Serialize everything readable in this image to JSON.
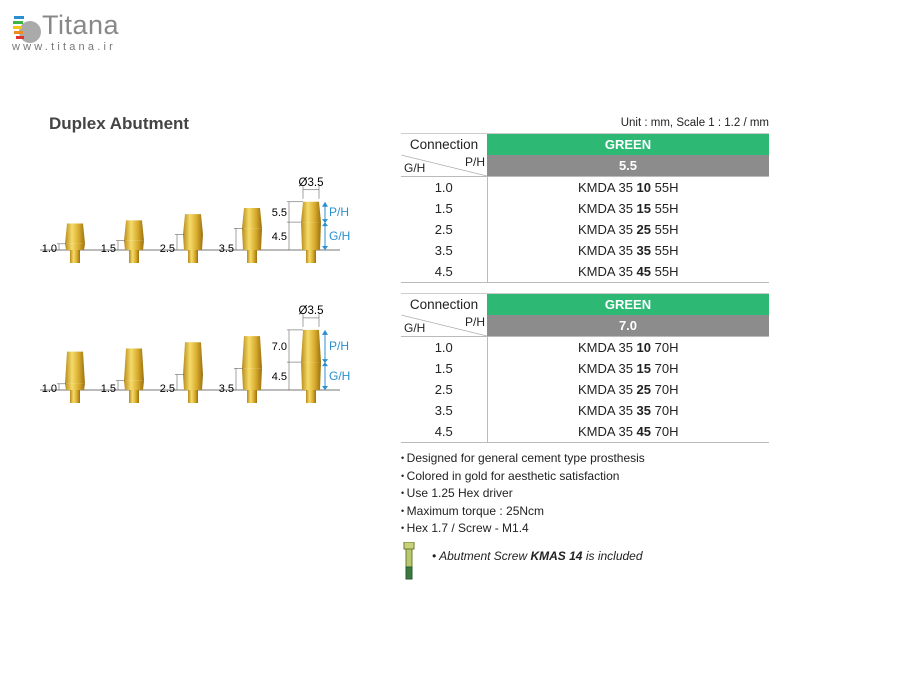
{
  "logo": {
    "name": "Titana",
    "url": "www.titana.ir"
  },
  "title": "Duplex Abutment",
  "unit_note": "Unit : mm,  Scale 1 : 1.2 / mm",
  "colors": {
    "green": "#2db874",
    "grey": "#8c8c8c",
    "gold": "#d9b43a",
    "blue": "#2a8fd0"
  },
  "figures": [
    {
      "gh": [
        "1.0",
        "1.5",
        "2.5",
        "3.5",
        "4.5"
      ],
      "ph": "5.5",
      "diameter": "Ø3.5",
      "ph_label": "P/H",
      "gh_label": "G/H"
    },
    {
      "gh": [
        "1.0",
        "1.5",
        "2.5",
        "3.5",
        "4.5"
      ],
      "ph": "7.0",
      "diameter": "Ø3.5",
      "ph_label": "P/H",
      "gh_label": "G/H"
    }
  ],
  "tables": [
    {
      "connection_label": "Connection",
      "connection": "GREEN",
      "gh_label": "G/H",
      "ph_label": "P/H",
      "ph": "5.5",
      "rows": [
        {
          "gh": "1.0",
          "pre": "KMDA 35 ",
          "bold": "10",
          "post": " 55H"
        },
        {
          "gh": "1.5",
          "pre": "KMDA 35 ",
          "bold": "15",
          "post": " 55H"
        },
        {
          "gh": "2.5",
          "pre": "KMDA 35 ",
          "bold": "25",
          "post": " 55H"
        },
        {
          "gh": "3.5",
          "pre": "KMDA 35 ",
          "bold": "35",
          "post": " 55H"
        },
        {
          "gh": "4.5",
          "pre": "KMDA 35 ",
          "bold": "45",
          "post": " 55H"
        }
      ]
    },
    {
      "connection_label": "Connection",
      "connection": "GREEN",
      "gh_label": "G/H",
      "ph_label": "P/H",
      "ph": "7.0",
      "rows": [
        {
          "gh": "1.0",
          "pre": "KMDA 35 ",
          "bold": "10",
          "post": " 70H"
        },
        {
          "gh": "1.5",
          "pre": "KMDA 35 ",
          "bold": "15",
          "post": " 70H"
        },
        {
          "gh": "2.5",
          "pre": "KMDA 35 ",
          "bold": "25",
          "post": " 70H"
        },
        {
          "gh": "3.5",
          "pre": "KMDA 35 ",
          "bold": "35",
          "post": " 70H"
        },
        {
          "gh": "4.5",
          "pre": "KMDA 35 ",
          "bold": "45",
          "post": " 70H"
        }
      ]
    }
  ],
  "bullets": [
    "Designed for general cement type prosthesis",
    "Colored in gold for aesthetic satisfaction",
    "Use 1.25 Hex driver",
    "Maximum torque : 25Ncm",
    "Hex 1.7 / Screw -  M1.4"
  ],
  "screw_note": {
    "pre": "Abutment Screw ",
    "bold": "KMAS 14",
    "post": " is included"
  }
}
